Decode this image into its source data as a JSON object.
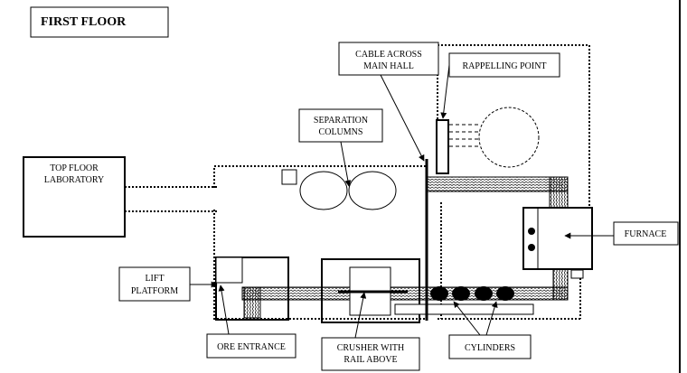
{
  "title": "FIRST FLOOR",
  "labels": {
    "cable": [
      "CABLE ACROSS",
      "MAIN HALL"
    ],
    "rappelling": "RAPPELLING POINT",
    "separation": [
      "SEPARATION",
      "COLUMNS"
    ],
    "top_floor_lab": [
      "TOP FLOOR",
      "LABORATORY"
    ],
    "lift": [
      "LIFT",
      "PLATFORM"
    ],
    "furnace": "FURNACE",
    "ore_entrance": "ORE ENTRANCE",
    "crusher": [
      "CRUSHER WITH",
      "RAIL ABOVE"
    ],
    "cylinders": "CYLINDERS"
  },
  "colors": {
    "line": "#000000",
    "background": "#ffffff"
  }
}
